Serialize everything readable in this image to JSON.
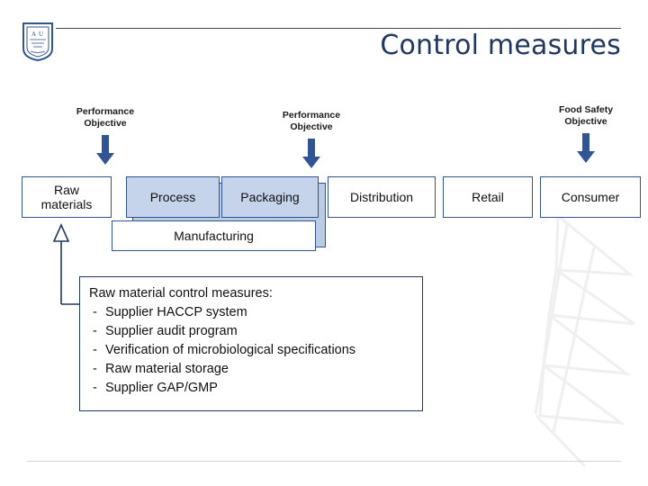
{
  "slide": {
    "title": "Control measures",
    "logo_icon": "university-crest-logo"
  },
  "objectives": [
    {
      "line1": "Performance",
      "line2": "Objective"
    },
    {
      "line1": "Performance",
      "line2": "Objective"
    },
    {
      "line1": "Food Safety",
      "line2": "Objective"
    }
  ],
  "chain": [
    {
      "label": "Raw\nmaterials",
      "line1": "Raw",
      "line2": "materials"
    },
    {
      "label": "Process"
    },
    {
      "label": "Packaging"
    },
    {
      "label": "Distribution"
    },
    {
      "label": "Retail"
    },
    {
      "label": "Consumer"
    }
  ],
  "manufacturing_label": "Manufacturing",
  "callout": {
    "title": "Raw material control measures:",
    "items": [
      "Supplier HACCP system",
      "Supplier audit program",
      "Verification of microbiological specifications",
      "Raw material storage",
      "Supplier GAP/GMP"
    ],
    "bullet_dash": "-"
  },
  "colors": {
    "title": "#1f3864",
    "box_border": "#2f5597",
    "highlight_fill": "#c5d4ea",
    "shadow_fill": "#b8cce4",
    "arrow_fill": "#2f5597"
  }
}
